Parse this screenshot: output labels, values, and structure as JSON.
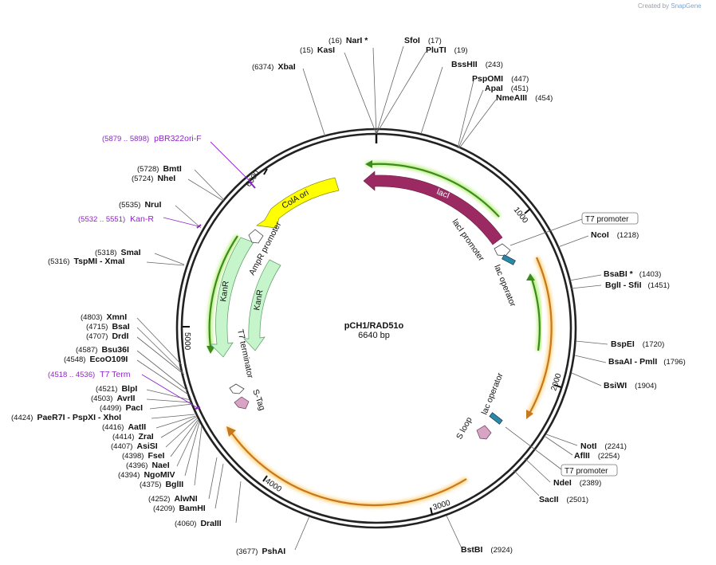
{
  "watermark": {
    "prefix": "Created by",
    "brand": "SnapGene"
  },
  "plasmid": {
    "name": "pCH1/RAD51o",
    "length_label": "6640 bp",
    "length": 6640
  },
  "ticks": [
    "1000",
    "2000",
    "3000",
    "4000",
    "5000",
    "6000"
  ],
  "enzymes": [
    {
      "name": "NarI",
      "star": " *",
      "pos": "(16)"
    },
    {
      "name": "KasI",
      "star": "",
      "pos": "(15)"
    },
    {
      "name": "SfoI",
      "star": "",
      "pos": "(17)"
    },
    {
      "name": "PluTI",
      "star": "",
      "pos": "(19)"
    },
    {
      "name": "XbaI",
      "star": "",
      "pos": "(6374)"
    },
    {
      "name": "BssHII",
      "star": "",
      "pos": "(243)"
    },
    {
      "name": "PspOMI",
      "star": "",
      "pos": "(447)"
    },
    {
      "name": "ApaI",
      "star": "",
      "pos": "(451)"
    },
    {
      "name": "NmeAIII",
      "star": "",
      "pos": "(454)"
    },
    {
      "name": "BmtI",
      "star": "",
      "pos": "(5728)"
    },
    {
      "name": "NheI",
      "star": "",
      "pos": "(5724)"
    },
    {
      "name": "NruI",
      "star": "",
      "pos": "(5535)"
    },
    {
      "name": "NcoI",
      "star": "",
      "pos": "(1218)"
    },
    {
      "name": "SmaI",
      "star": "",
      "pos": "(5318)"
    },
    {
      "name": "TspMI - XmaI",
      "star": "",
      "pos": "(5316)"
    },
    {
      "name": "BsaBI",
      "star": " *",
      "pos": "(1403)"
    },
    {
      "name": "BglI - SfiI",
      "star": "",
      "pos": "(1451)"
    },
    {
      "name": "XmnI",
      "star": "",
      "pos": "(4803)"
    },
    {
      "name": "BsaI",
      "star": "",
      "pos": "(4715)"
    },
    {
      "name": "DrdI",
      "star": "",
      "pos": "(4707)"
    },
    {
      "name": "BspEI",
      "star": "",
      "pos": "(1720)"
    },
    {
      "name": "Bsu36I",
      "star": "",
      "pos": "(4587)"
    },
    {
      "name": "EcoO109I",
      "star": "",
      "pos": "(4548)"
    },
    {
      "name": "BsaAI - PmlI",
      "star": "",
      "pos": "(1796)"
    },
    {
      "name": "BsiWI",
      "star": "",
      "pos": "(1904)"
    },
    {
      "name": "BlpI",
      "star": "",
      "pos": "(4521)"
    },
    {
      "name": "AvrII",
      "star": "",
      "pos": "(4503)"
    },
    {
      "name": "PacI",
      "star": "",
      "pos": "(4499)"
    },
    {
      "name": "PaeR7I - PspXI - XhoI",
      "star": "",
      "pos": "(4424)"
    },
    {
      "name": "AatII",
      "star": "",
      "pos": "(4416)"
    },
    {
      "name": "ZraI",
      "star": "",
      "pos": "(4414)"
    },
    {
      "name": "AsiSI",
      "star": "",
      "pos": "(4407)"
    },
    {
      "name": "FseI",
      "star": "",
      "pos": "(4398)"
    },
    {
      "name": "NaeI",
      "star": "",
      "pos": "(4396)"
    },
    {
      "name": "NgoMIV",
      "star": "",
      "pos": "(4394)"
    },
    {
      "name": "BglII",
      "star": "",
      "pos": "(4375)"
    },
    {
      "name": "NotI",
      "star": "",
      "pos": "(2241)"
    },
    {
      "name": "AflII",
      "star": "",
      "pos": "(2254)"
    },
    {
      "name": "NdeI",
      "star": "",
      "pos": "(2389)"
    },
    {
      "name": "AlwNI",
      "star": "",
      "pos": "(4252)"
    },
    {
      "name": "BamHI",
      "star": "",
      "pos": "(4209)"
    },
    {
      "name": "SacII",
      "star": "",
      "pos": "(2501)"
    },
    {
      "name": "DraIII",
      "star": "",
      "pos": "(4060)"
    },
    {
      "name": "PshAI",
      "star": "",
      "pos": "(3677)"
    },
    {
      "name": "BstBI",
      "star": "",
      "pos": "(2924)"
    }
  ],
  "primers": [
    {
      "range": "(5879 .. 5898)",
      "name": "pBR322ori-F"
    },
    {
      "range": "(5532 .. 5551)",
      "name": "Kan-R"
    },
    {
      "range": "(4518 .. 4536)",
      "name": "T7 Term"
    }
  ],
  "boxed_features": [
    "T7 promoter",
    "T7 promoter"
  ],
  "features": [
    {
      "name": "lacI",
      "color": "#9b2a63"
    },
    {
      "name": "ColA ori",
      "color": "#ffff00"
    },
    {
      "name": "KanR",
      "color": "#c6f5cc"
    },
    {
      "name": "KanR",
      "color": "#c6f5cc"
    },
    {
      "name": "AmpR promoter",
      "color": "#ffffff"
    },
    {
      "name": "lacI promoter",
      "color": "#ffffff"
    },
    {
      "name": "lac operator",
      "color": "#2a8aa6"
    },
    {
      "name": "lac operator",
      "color": "#2a8aa6"
    },
    {
      "name": "T7 terminator",
      "color": "#ffffff"
    },
    {
      "name": "S-Tag",
      "color": "#d7a4c4"
    },
    {
      "name": "S loop",
      "color": "#d7a4c4"
    }
  ],
  "colors": {
    "orf_green": "#3d8b1f",
    "orf_orange": "#c7781d",
    "backbone": "#222222",
    "primer": "#8e24c8"
  }
}
